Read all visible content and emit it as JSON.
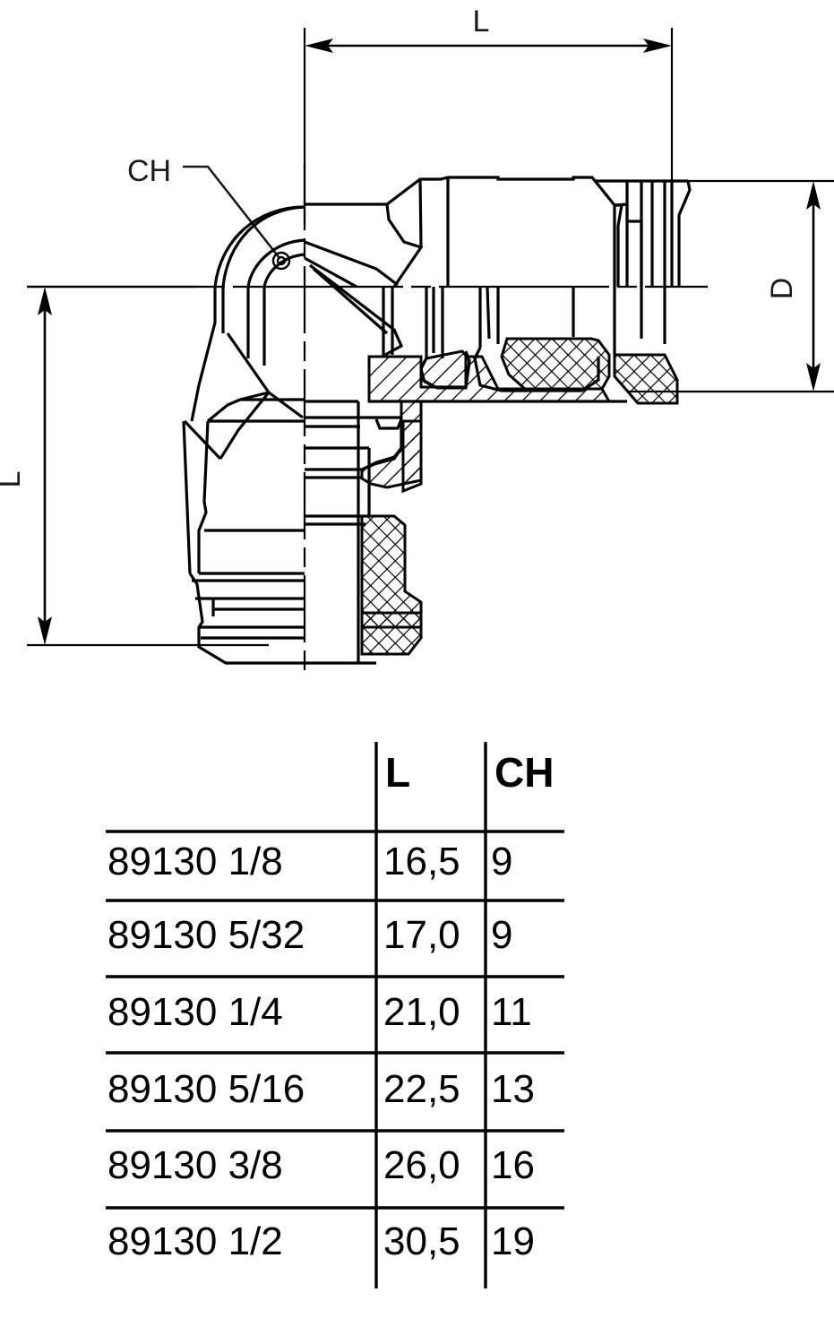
{
  "drawing": {
    "title": "90 degree elbow push-in fitting cross-section",
    "labels": {
      "length_top": "L",
      "length_left": "L",
      "diameter": "D",
      "wrench_size": "CH"
    },
    "line_color": "#000000",
    "background_color": "#ffffff"
  },
  "table": {
    "columns": [
      "",
      "L",
      "CH"
    ],
    "headers": {
      "part": "",
      "length": "L",
      "wrench": "CH"
    },
    "rows": [
      {
        "part": "89130 1/8",
        "L": "16,5",
        "CH": "9"
      },
      {
        "part": "89130 5/32",
        "L": "17,0",
        "CH": "9"
      },
      {
        "part": "89130 1/4",
        "L": "21,0",
        "CH": "11"
      },
      {
        "part": "89130 5/16",
        "L": "22,5",
        "CH": "13"
      },
      {
        "part": "89130 3/8",
        "L": "26,0",
        "CH": "16"
      },
      {
        "part": "89130 1/2",
        "L": "30,5",
        "CH": "19"
      }
    ]
  }
}
